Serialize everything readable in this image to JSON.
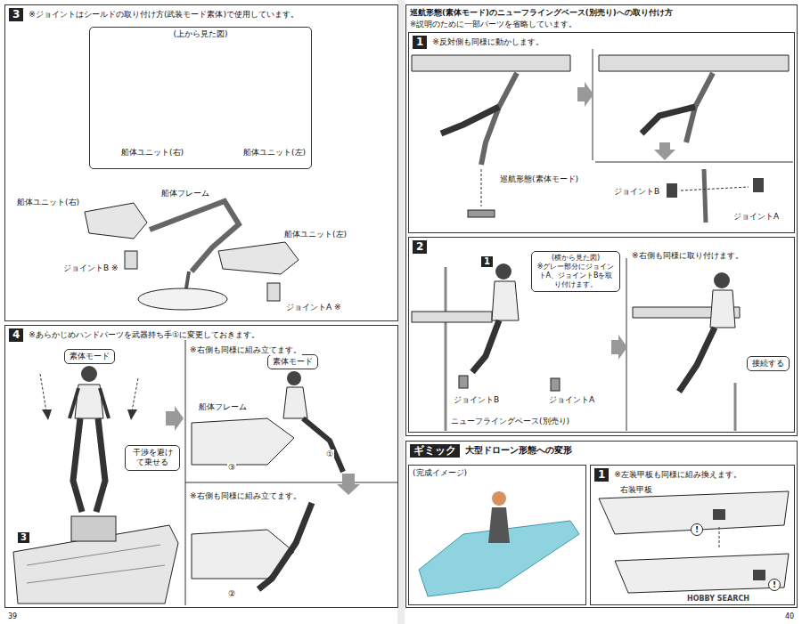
{
  "diagram": {
    "nodes": [
      {
        "text": [
          "3",
          "※ジョイントはシールドの取り付け方(武装モード素体)で使用しています。"
        ]
      },
      {
        "text": [
          "(上から見た図)"
        ],
        "in": 0
      },
      {
        "text": [
          "4",
          "※あらかじめハンドパーツを武器持ち手①に変更しておきます。"
        ]
      },
      {
        "text": [
          "干渉を避けて乗せる"
        ],
        "in": 2
      },
      {
        "text": [
          "素体モード"
        ],
        "in": 2
      },
      {
        "text": [
          "素体モード"
        ],
        "in": 2
      },
      {
        "text": [
          "巡航形態(素体モード)のニューフライングベース(別売り)への取り付け方",
          "※説明のために一部パーツを省略しています。"
        ]
      },
      {
        "text": [
          "1",
          "※反対側も同様に動かします。"
        ],
        "in": 6
      },
      {
        "text": [
          "2"
        ],
        "in": 6
      },
      {
        "text": [
          "(横から見た図)",
          "※グレー部分にジョイントA、ジョイントBを取り付けます。"
        ],
        "in": 8
      },
      {
        "text": [
          "接続する"
        ],
        "in": 8
      },
      {
        "text": [
          "ギミック",
          "大型ドローン形態への変形"
        ]
      },
      {
        "text": [
          "(完成イメージ)"
        ],
        "in": 11
      },
      {
        "text": [
          "1",
          "※左装甲板も同様に組み換えます。"
        ],
        "in": 11
      }
    ],
    "labels": [
      "船体ユニット(右)",
      "船体ユニット(左)",
      "船体ユニット(右)",
      "船体フレーム",
      "船体ユニット(左)",
      "ジョイントB ※",
      "ジョイントA ※",
      "3",
      "※右側も同様に組み立てます。",
      "船体フレーム",
      "①",
      "③",
      "※右側も同様に組み立てます。",
      "②",
      "39",
      "巡航形態(素体モード)",
      "ジョイントB",
      "ジョイントA",
      "1",
      "ジョイントB",
      "ジョイントA",
      "ニューフライングベース(別売り)",
      "※右側も同様に取り付けます。",
      "右装甲板",
      "!",
      "!",
      "40",
      "HOBBY SEARCH"
    ]
  }
}
